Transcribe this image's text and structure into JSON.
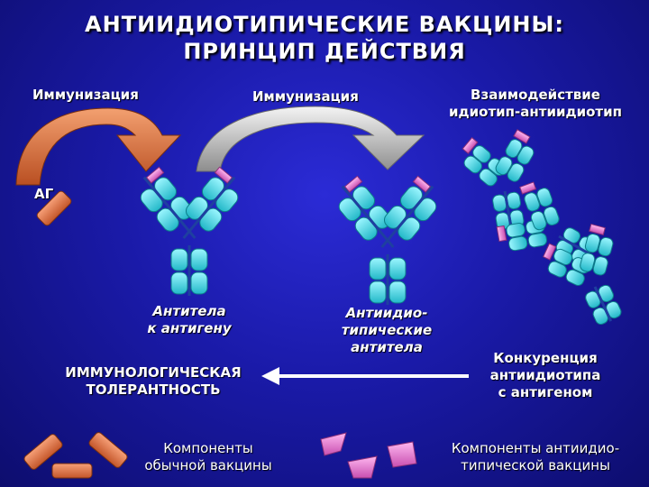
{
  "title": {
    "line1": "АНТИИДИОТИПИЧЕСКИЕ ВАКЦИНЫ:",
    "line2": "ПРИНЦИП ДЕЙСТВИЯ"
  },
  "labels": {
    "immunization_1": "Иммунизация",
    "immunization_2": "Иммунизация",
    "interaction_line1": "Взаимодействие",
    "interaction_line2": "идиотип-антиидиотип",
    "antigen": "АГ",
    "antibodies_line1": "Антитела",
    "antibodies_line2": "к антигену",
    "anti_idio_line1": "Антиидио-",
    "anti_idio_line2": "типические",
    "anti_idio_line3": "антитела",
    "tolerance_line1": "ИММУНОЛОГИЧЕСКАЯ",
    "tolerance_line2": "ТОЛЕРАНТНОСТЬ",
    "competition_line1": "Конкуренция",
    "competition_line2": "антиидиотипа",
    "competition_line3": "с антигеном",
    "normal_vaccine_line1": "Компоненты",
    "normal_vaccine_line2": "обычной вакцины",
    "anti_vaccine_line1": "Компоненты антиидио-",
    "anti_vaccine_line2": "типической вакцины"
  },
  "colors": {
    "orange_arrow": "#e07a4a",
    "grey_arrow": "#cfcfcf",
    "heavy_chain": "#3fd6e0",
    "light_tip": "#e070c8",
    "antigen_block": "#e0703a",
    "background": "#1a1aa8"
  }
}
